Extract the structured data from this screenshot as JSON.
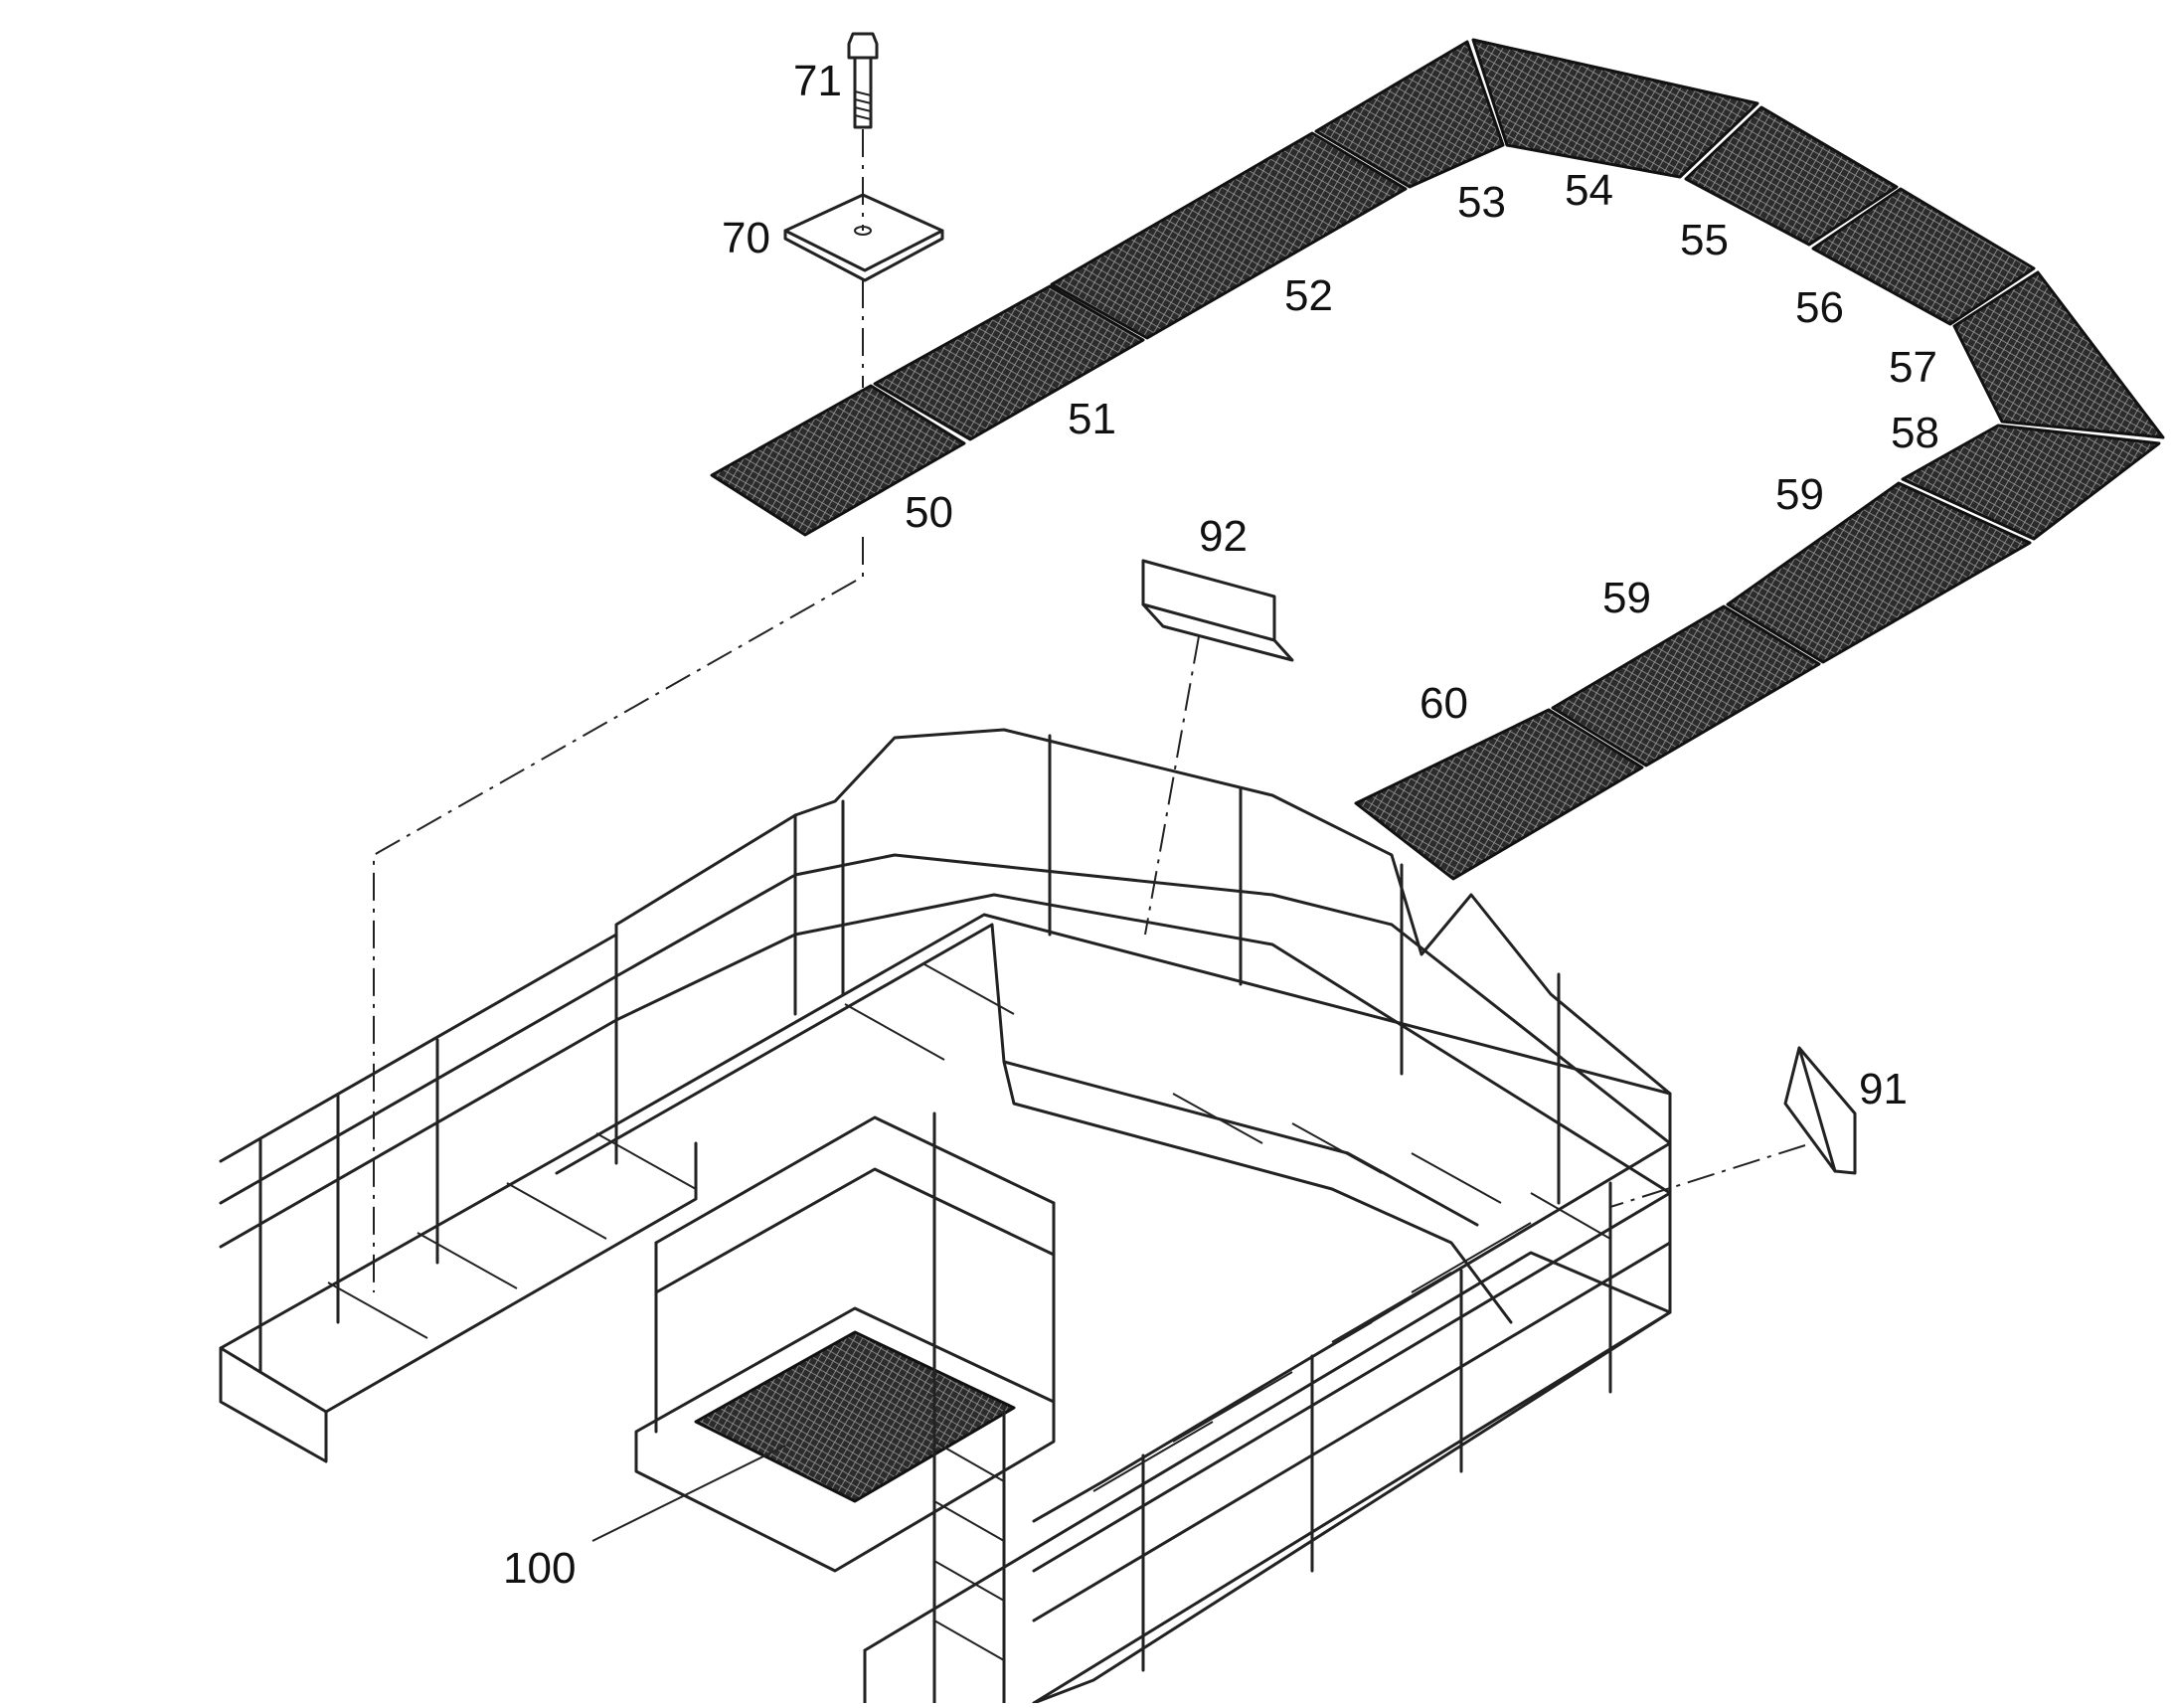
{
  "diagram": {
    "grating_color": "#2b2b2b",
    "line_color": "#222222",
    "callouts": [
      {
        "id": "c71",
        "label": "71"
      },
      {
        "id": "c70",
        "label": "70"
      },
      {
        "id": "c50",
        "label": "50"
      },
      {
        "id": "c51",
        "label": "51"
      },
      {
        "id": "c52",
        "label": "52"
      },
      {
        "id": "c53",
        "label": "53"
      },
      {
        "id": "c54",
        "label": "54"
      },
      {
        "id": "c55",
        "label": "55"
      },
      {
        "id": "c56",
        "label": "56"
      },
      {
        "id": "c57",
        "label": "57"
      },
      {
        "id": "c58",
        "label": "58"
      },
      {
        "id": "c59a",
        "label": "59"
      },
      {
        "id": "c59b",
        "label": "59"
      },
      {
        "id": "c60",
        "label": "60"
      },
      {
        "id": "c92",
        "label": "92"
      },
      {
        "id": "c91",
        "label": "91"
      },
      {
        "id": "c100",
        "label": "100"
      }
    ]
  }
}
